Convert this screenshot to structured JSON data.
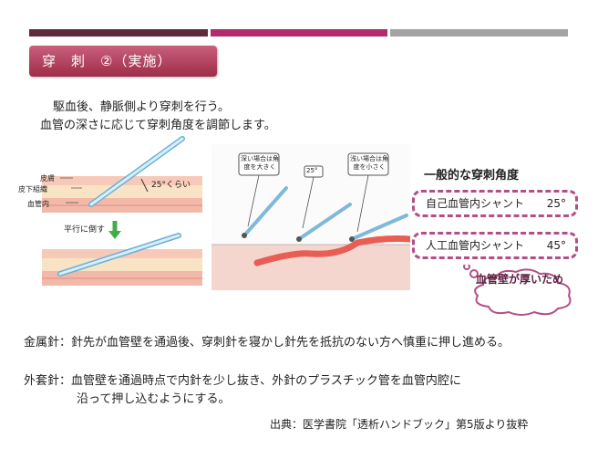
{
  "title": "穿　刺　②（実施）",
  "intro": {
    "line1": "駆血後、静脈側より穿刺を行う。",
    "line2": "血管の深さに応じて穿刺角度を調節します。"
  },
  "diagram_left": {
    "angle_label": "25°くらい",
    "layers": [
      "皮膚",
      "皮下組織",
      "血管内"
    ],
    "instruction": "平行に倒す"
  },
  "diagram_middle": {
    "callouts": [
      "深い場合は角度を大きく",
      "25°",
      "浅い場合は角度を小さく"
    ]
  },
  "angles": {
    "heading": "一般的な穿刺角度",
    "items": [
      {
        "label": "自己血管内シャント",
        "value": "25°"
      },
      {
        "label": "人工血管内シャント",
        "value": "45°"
      }
    ],
    "note": "血管壁が厚いため"
  },
  "body": {
    "metal": "金属針：針先が血管壁を通過後、穿刺針を寝かし針先を抵抗のない方へ慎重に押し進める。",
    "outer1": "外套針：血管壁を通過時点で内針を少し抜き、外針のプラスチック管を血管内腔に",
    "outer2": "沿って押し込むようにする。"
  },
  "source": "出典：医学書院「透析ハンドブック」第5版より抜粋",
  "colors": {
    "accent": "#b22c6d",
    "dark": "#5e2a3c",
    "grey": "#a3a3a3"
  }
}
